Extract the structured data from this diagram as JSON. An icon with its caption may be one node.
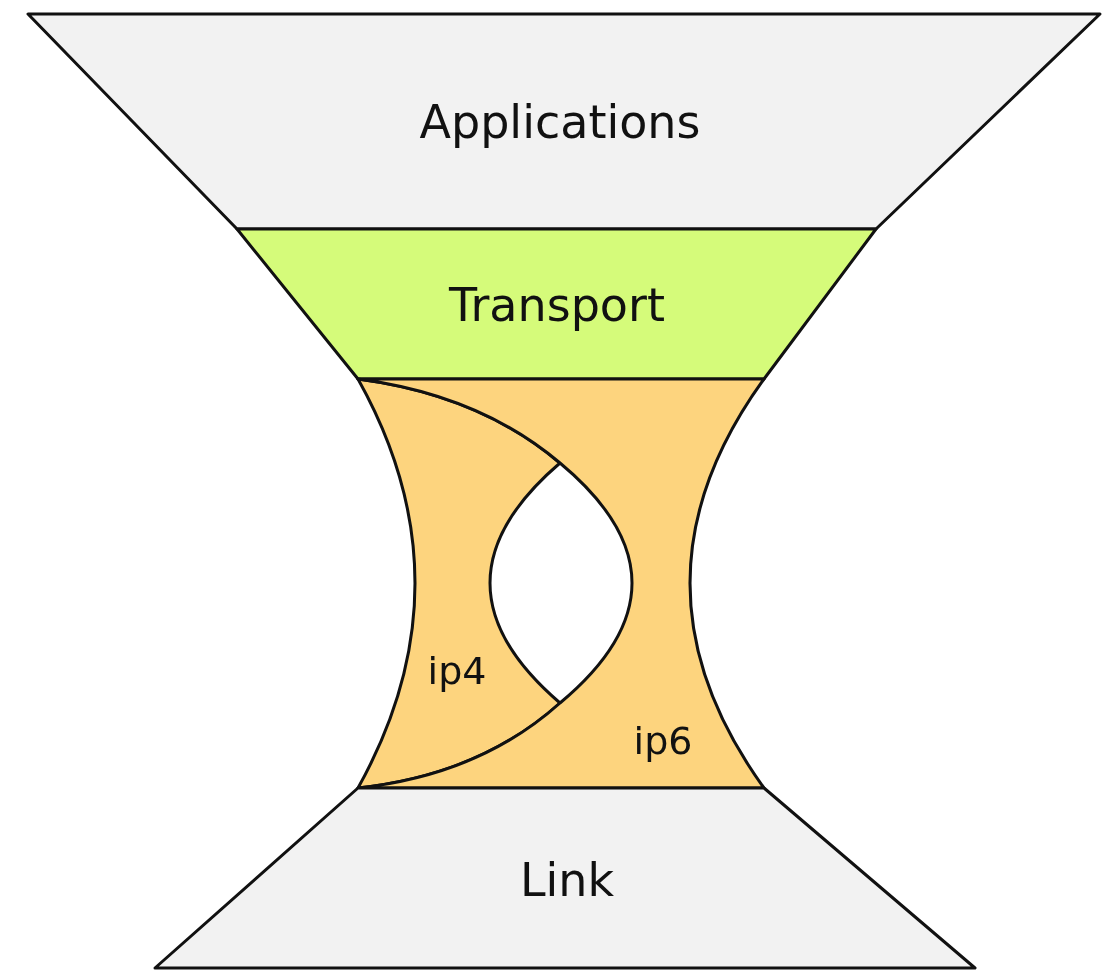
{
  "diagram": {
    "nodes": [
      {
        "text": [
          "Applications"
        ]
      },
      {
        "text": [
          "Transport"
        ]
      },
      {
        "text": [
          "ip4"
        ]
      },
      {
        "text": [
          "ip6"
        ]
      },
      {
        "text": [
          "Link"
        ]
      }
    ]
  }
}
